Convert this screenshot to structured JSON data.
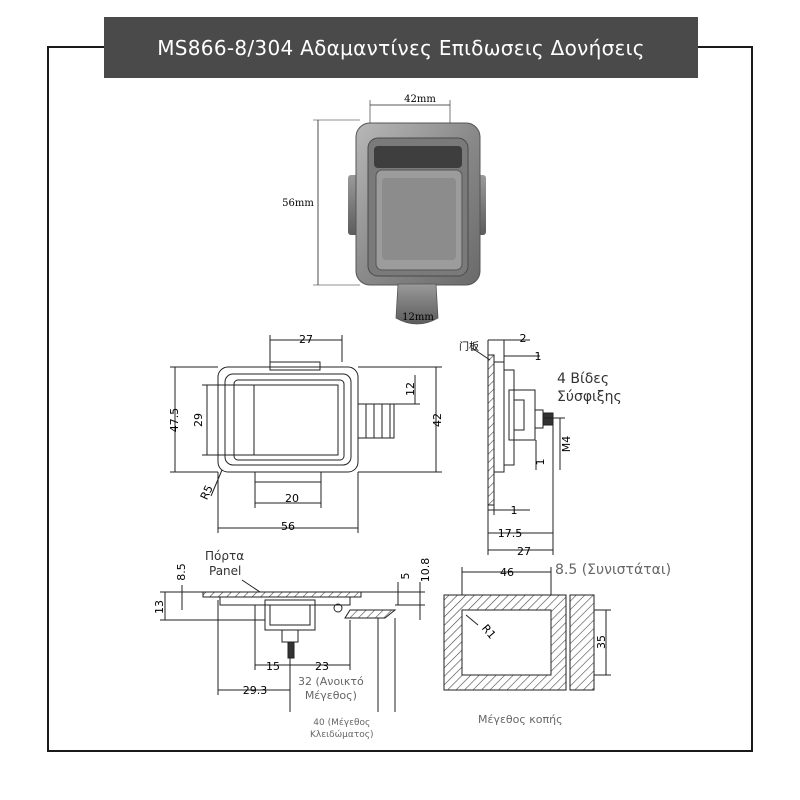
{
  "title": "MS866-8/304 Αδαμαντίνες Επιδωσεις Δονήσεις",
  "photo": {
    "width_label": "42mm",
    "height_label": "56mm",
    "tab_label": "12mm"
  },
  "front_view": {
    "dim_top": "27",
    "dim_right_inner": "12",
    "dim_right_outer": "42",
    "dim_left_outer": "47.5",
    "dim_left_inner": "29",
    "dim_bottom_inner": "20",
    "dim_bottom_outer": "56",
    "radius": "R5"
  },
  "side_view": {
    "panel_cn": "门板",
    "dim_2": "2",
    "dim_1_top": "1",
    "screws_note_line1": "4 Βίδες",
    "screws_note_line2": "Σύσφιξης",
    "thread": "M4",
    "dim_1_right": "1",
    "dim_1_bottom": "1",
    "dim_17_5": "17.5",
    "dim_27": "27"
  },
  "section_view": {
    "door_panel_line1": "Πόρτα",
    "door_panel_line2": "Panel",
    "dim_8_5": "8.5",
    "dim_13": "13",
    "dim_5": "5",
    "dim_10_8": "10.8",
    "dim_15": "15",
    "dim_23": "23",
    "dim_29_3": "29.3",
    "open_size_line1": "32 (Ανοικτό",
    "open_size_line2": "Μέγεθος)",
    "lock_size_line1": "40 (Μέγεθος",
    "lock_size_line2": "Κλειδώματος)"
  },
  "cutout": {
    "dim_46": "46",
    "recommended": "8.5 (Συνιστάται)",
    "radius": "R1",
    "dim_35": "35",
    "caption": "Μέγεθος κοπής"
  }
}
